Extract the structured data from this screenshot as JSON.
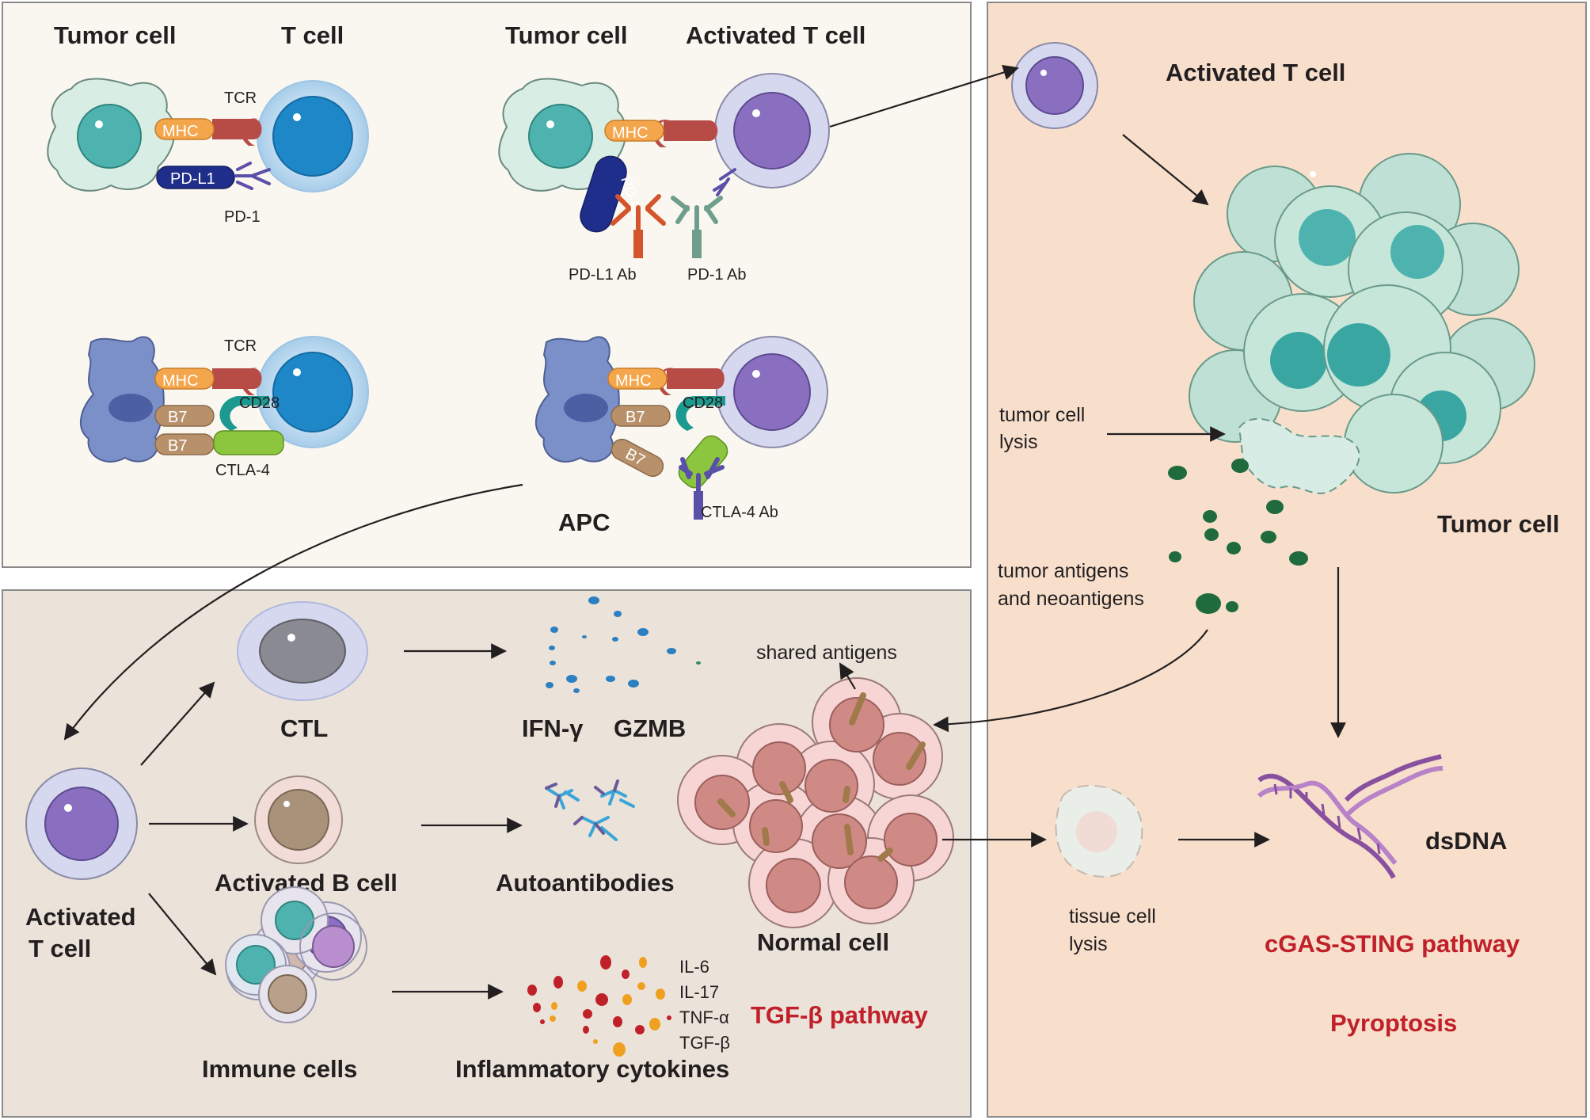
{
  "panel_top_left": {
    "pd1_pair": {
      "tumor_cell": "Tumor cell",
      "t_cell": "T cell",
      "tcr": "TCR",
      "mhc": "MHC",
      "pdl1": "PD-L1",
      "pd1": "PD-1"
    },
    "pd1_blockade": {
      "tumor_cell": "Tumor cell",
      "activated_t_cell": "Activated T cell",
      "mhc": "MHC",
      "pdl1": "PD-L1",
      "pdl1_ab": "PD-L1 Ab",
      "pd1_ab": "PD-1 Ab"
    },
    "ctla4_pair": {
      "tcr": "TCR",
      "mhc": "MHC",
      "b7_a": "B7",
      "b7_b": "B7",
      "cd28": "CD28",
      "ctla4": "CTLA-4"
    },
    "ctla4_blockade": {
      "mhc": "MHC",
      "b7_a": "B7",
      "b7_b": "B7",
      "cd28": "CD28",
      "ctla4_ab": "CTLA-4 Ab",
      "apc": "APC"
    }
  },
  "panel_right": {
    "activated_t_cell": "Activated T cell",
    "tumor_cell_lysis_1": "tumor cell",
    "tumor_cell_lysis_2": "lysis",
    "tumor_cell": "Tumor cell",
    "antigens_1": "tumor antigens",
    "antigens_2": "and neoantigens",
    "tissue_lysis_1": "tissue cell",
    "tissue_lysis_2": "lysis",
    "dsdna": "dsDNA",
    "cgas": "cGAS-STING pathway",
    "pyroptosis": "Pyroptosis"
  },
  "panel_bottom": {
    "activated_t_cell_1": "Activated",
    "activated_t_cell_2": "T cell",
    "ctl": "CTL",
    "ifn": "IFN-γ",
    "gzmb": "GZMB",
    "activated_b_cell": "Activated B cell",
    "autoantibodies": "Autoantibodies",
    "immune_cells": "Immune cells",
    "inflammatory_cytokines": "Inflammatory cytokines",
    "cytokines": [
      "IL-6",
      "IL-17",
      "TNF-α",
      "TGF-β"
    ],
    "tgf_pathway": "TGF-β pathway",
    "shared_antigens": "shared antigens",
    "normal_cell": "Normal cell"
  },
  "colors": {
    "panel_top_bg": "#faf7f0",
    "panel_bottom_bg": "#ebe3d9",
    "panel_right_bg": "#f7dfcc",
    "accent_red": "#c0202a"
  }
}
